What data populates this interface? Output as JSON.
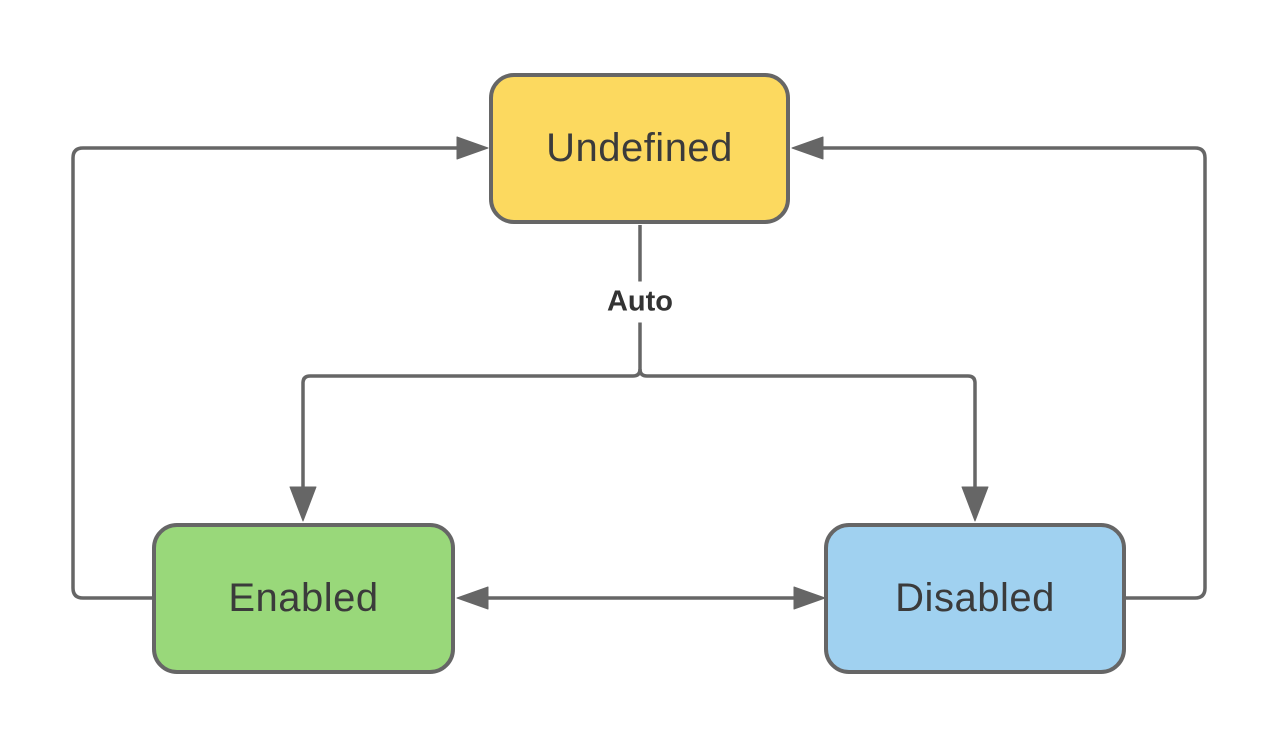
{
  "theme": {
    "canvas": "#ffffff",
    "line": "#666666",
    "node-border": "#666666",
    "label-text": "#3b3b3b",
    "edge-label-text": "#333333",
    "node-undefined-fill": "#fcd95f",
    "node-enabled-fill": "#99d87a",
    "node-disabled-fill": "#a0d1f0"
  },
  "diagram": {
    "type": "state-diagram",
    "nodes": {
      "undefined": {
        "label": "Undefined",
        "fill": "#fcd95f"
      },
      "enabled": {
        "label": "Enabled",
        "fill": "#99d87a"
      },
      "disabled": {
        "label": "Disabled",
        "fill": "#a0d1f0"
      }
    },
    "edge_labels": {
      "auto": "Auto"
    },
    "edges": [
      {
        "from": "undefined",
        "to": "enabled",
        "label": "Auto",
        "arrow": "end"
      },
      {
        "from": "undefined",
        "to": "disabled",
        "label": "Auto",
        "arrow": "end"
      },
      {
        "from": "enabled",
        "to": "disabled",
        "label": "",
        "arrow": "both"
      },
      {
        "from": "enabled",
        "to": "undefined",
        "label": "",
        "arrow": "end"
      },
      {
        "from": "disabled",
        "to": "undefined",
        "label": "",
        "arrow": "end"
      }
    ]
  }
}
